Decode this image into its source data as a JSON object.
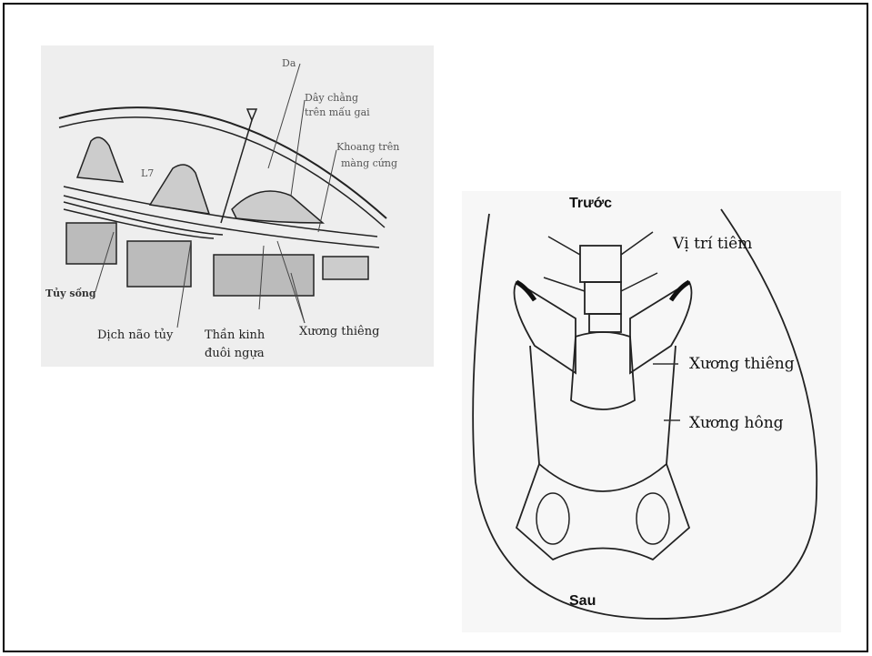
{
  "sagittal": {
    "labels": {
      "da": "Da",
      "day_chang_1": "Dây chằng",
      "day_chang_2": "trên mấu gai",
      "khoang_1": "Khoang trên",
      "khoang_2": "màng cứng",
      "l7": "L7",
      "tuy_song": "Tủy sống",
      "dich_nao_tuy": "Dịch não tủy",
      "than_kinh_1": "Thần kinh",
      "than_kinh_2": "đuôi ngựa",
      "xuong_thieng": "Xương thiêng"
    }
  },
  "pelvis": {
    "labels": {
      "truoc": "Trước",
      "vi_tri_tiem": "Vị trí tiêm",
      "xuong_thieng": "Xương thiêng",
      "xuong_hong": "Xương hông",
      "sau": "Sau"
    }
  }
}
